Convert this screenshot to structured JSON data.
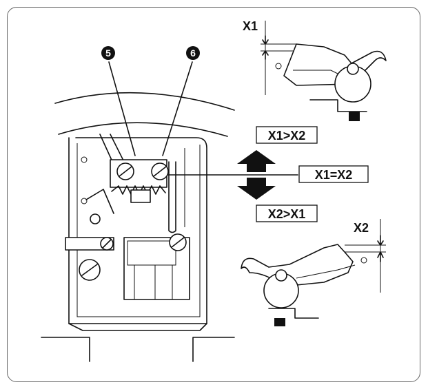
{
  "callouts": [
    {
      "number": "5",
      "symbol": "❺"
    },
    {
      "number": "6",
      "symbol": "❻"
    }
  ],
  "labels": {
    "x1_greater": "X1>X2",
    "x1_equal": "X1=X2",
    "x2_greater": "X2>X1",
    "x1": "X1",
    "x2": "X2"
  },
  "icons": [
    "adjust-up-arrow-icon",
    "adjust-down-arrow-icon",
    "screw-icon"
  ],
  "colors": {
    "line": "#111111",
    "frame": "#666666",
    "background": "#ffffff"
  }
}
